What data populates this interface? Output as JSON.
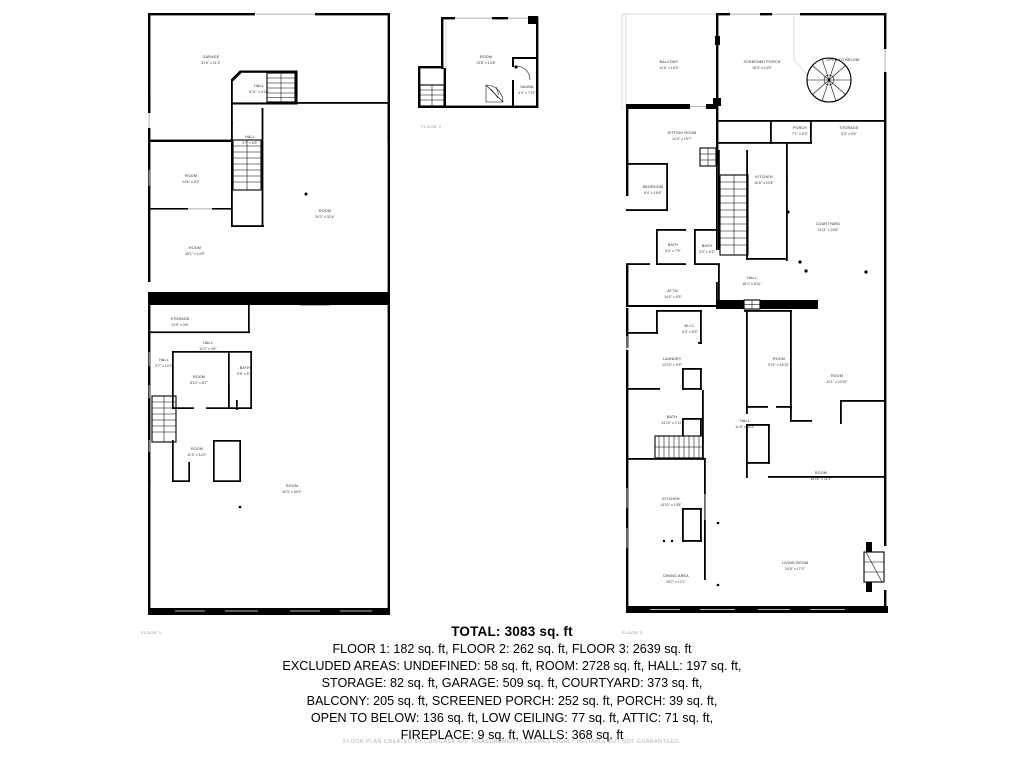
{
  "document": {
    "type": "floor-plan",
    "credit": "FLOOR PLAN CREATED BY CUBICASA APP. MEASUREMENTS DEEMED HIGHLY RELIABLE BUT NOT GUARANTEED."
  },
  "summary": {
    "total_label": "TOTAL: 3083 sq. ft",
    "floors_line": "FLOOR 1: 182 sq. ft, FLOOR 2: 262 sq. ft, FLOOR 3: 2639 sq. ft",
    "excluded_line_1": "EXCLUDED AREAS: UNDEFINED: 58 sq. ft, ROOM: 2728 sq. ft, HALL: 197 sq. ft,",
    "excluded_line_2": "STORAGE: 82 sq. ft, GARAGE: 509 sq. ft, COURTYARD: 373 sq. ft,",
    "excluded_line_3": "BALCONY: 205 sq. ft, SCREENED PORCH: 252 sq. ft, PORCH: 39 sq. ft,",
    "excluded_line_4": "OPEN TO BELOW: 136 sq. ft, LOW CEILING: 77 sq. ft, ATTIC: 71 sq. ft,",
    "excluded_line_5": "FIREPLACE: 9 sq. ft, WALLS: 368 sq. ft"
  },
  "floors": [
    {
      "id": "floor-1",
      "tag": "FLOOR 1",
      "area": "182 sq. ft",
      "rooms": [
        {
          "name": "GARAGE",
          "dim": "31'6\" x 21'3\""
        },
        {
          "name": "HALL",
          "dim": "5'11\" x 4'11\""
        },
        {
          "name": "HALL",
          "dim": "3'7\" x 6'5\""
        },
        {
          "name": "ROOM",
          "dim": "14'6\" x 8'2\""
        },
        {
          "name": "ROOM",
          "dim": "15'1\" x 14'9\""
        },
        {
          "name": "ROOM",
          "dim": "24'2\" x 32'4\""
        },
        {
          "name": "STORAGE",
          "dim": "14'9\" x 3'6\""
        },
        {
          "name": "HALL",
          "dim": "11'2\" x 3'6\""
        },
        {
          "name": "HALL",
          "dim": "3'7\" x 10'2\""
        },
        {
          "name": "ROOM",
          "dim": "8'10\" x 8'7\""
        },
        {
          "name": "BATH",
          "dim": "5'5\" x 8'7\""
        },
        {
          "name": "ROOM",
          "dim": "11'3\" x 14'0\""
        },
        {
          "name": "ROOM",
          "dim": "30'3\" x 50'4\""
        }
      ]
    },
    {
      "id": "floor-2",
      "tag": "FLOOR 2",
      "area": "262 sq. ft",
      "rooms": [
        {
          "name": "ROOM",
          "dim": "19'8\" x 14'8\""
        },
        {
          "name": "SAUNA",
          "dim": "4'4\" x 7'11\""
        }
      ]
    },
    {
      "id": "floor-3",
      "tag": "FLOOR 3",
      "area": "2639 sq. ft",
      "rooms": [
        {
          "name": "BALCONY",
          "dim": "14'6\" x 14'9\""
        },
        {
          "name": "SCREENED PORCH",
          "dim": "18'3\" x 14'9\""
        },
        {
          "name": "OPEN TO BELOW",
          "dim": ""
        },
        {
          "name": "SITTING ROOM",
          "dim": "14'4\" x 19'7\""
        },
        {
          "name": "PORCH",
          "dim": "7'1\" x 6'3\""
        },
        {
          "name": "STORAGE",
          "dim": "5'3\" x 5'5\""
        },
        {
          "name": "BEDROOM",
          "dim": "6'4\" x 18'6\""
        },
        {
          "name": "KITCHEN",
          "dim": "10'6\" x 23'6\""
        },
        {
          "name": "COURTYARD",
          "dim": "13'11\" x 24'8\""
        },
        {
          "name": "BATH",
          "dim": "6'4\" x 7'5\""
        },
        {
          "name": "BATH",
          "dim": "3'3\" x 6'3\""
        },
        {
          "name": "HALL",
          "dim": "18'1\" x 8'11\""
        },
        {
          "name": "ATTIC",
          "dim": "14'4\" x 6'5\""
        },
        {
          "name": "W.I.C.",
          "dim": "5'0\" x 5'9\""
        },
        {
          "name": "LAUNDRY",
          "dim": "14'10\" x 9'9\""
        },
        {
          "name": "ROOM",
          "dim": "9'11\" x 15'10\""
        },
        {
          "name": "ROOM",
          "dim": "12'1\" x 20'10\""
        },
        {
          "name": "BATH",
          "dim": "14'10\" x 1'11\""
        },
        {
          "name": "HALL",
          "dim": "11'8\" x 53'3\""
        },
        {
          "name": "ROOM",
          "dim": "15'10\" x 11'9\""
        },
        {
          "name": "KITCHEN",
          "dim": "14'10\" x 13'8\""
        },
        {
          "name": "LIVING ROOM",
          "dim": "24'6\" x 17'0\""
        },
        {
          "name": "DINING AREA",
          "dim": "15'2\" x 12'1\""
        }
      ]
    }
  ],
  "colors": {
    "wall": "#000000",
    "background": "#ffffff",
    "label": "#1a1a1a",
    "floor_tag": "#8c8c8c",
    "credit": "#b2b2b2",
    "window": "#b9b9b9"
  }
}
